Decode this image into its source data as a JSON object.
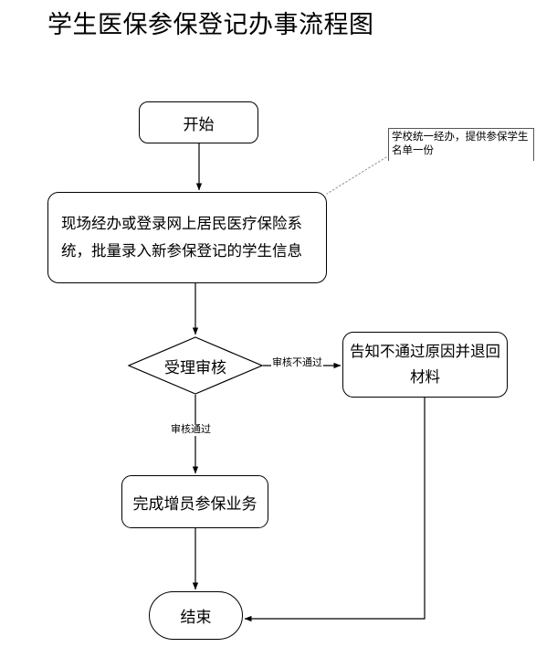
{
  "page": {
    "title": "学生医保参保登记办事流程图",
    "background_color": "#ffffff",
    "line_color": "#000000"
  },
  "flowchart": {
    "type": "process-flow",
    "nodes": [
      {
        "id": "start",
        "shape": "terminator",
        "label": "开始"
      },
      {
        "id": "entry",
        "shape": "process",
        "label": "现场经办或登录网上居民医疗保险系统，批量录入新参保登记的学生信息"
      },
      {
        "id": "decision",
        "shape": "diamond",
        "label": "受理审核"
      },
      {
        "id": "reject",
        "shape": "process",
        "label": "告知不通过原因并退回材料"
      },
      {
        "id": "complete",
        "shape": "process",
        "label": "完成增员参保业务"
      },
      {
        "id": "end",
        "shape": "terminator",
        "label": "结束"
      }
    ],
    "edges": [
      {
        "from": "start",
        "to": "entry",
        "label": ""
      },
      {
        "from": "entry",
        "to": "decision",
        "label": ""
      },
      {
        "from": "decision",
        "to": "reject",
        "label": "审核不通过"
      },
      {
        "from": "decision",
        "to": "complete",
        "label": "审核通过"
      },
      {
        "from": "complete",
        "to": "end",
        "label": ""
      },
      {
        "from": "reject",
        "to": "end",
        "label": ""
      }
    ],
    "annotation": {
      "text": "学校统一经办，提供参保学生名单一份",
      "attached_to": "entry",
      "leader": "dotted"
    }
  }
}
